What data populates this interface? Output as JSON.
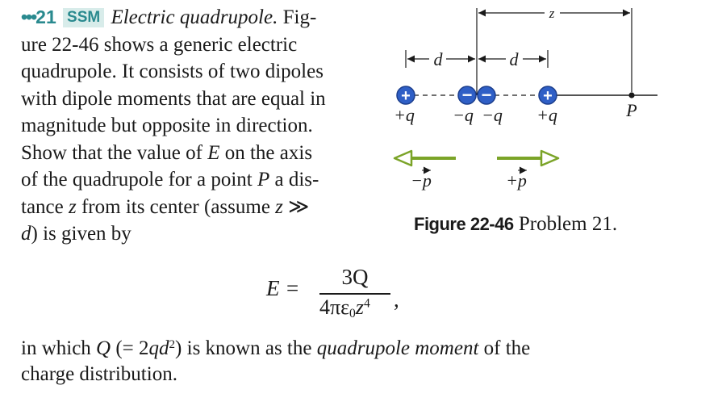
{
  "problem": {
    "dots": "•••",
    "number": "21",
    "badge": "SSM",
    "title": "Electric quadrupole.",
    "lines": [
      "Fig-",
      "ure 22-46 shows a generic electric",
      "quadrupole. It consists of two dipoles",
      "with dipole moments that are equal in",
      "magnitude but opposite in direction.",
      "Show that the value of",
      "E",
      "on the axis",
      "of the quadrupole for a point",
      "P",
      "a dis-",
      "tance",
      "z",
      "from its center (assume",
      "z",
      "≫",
      "d",
      ") is given by"
    ]
  },
  "figure": {
    "labels": {
      "z": "z",
      "d1": "d",
      "d2": "d",
      "plus_q_left": "+q",
      "minus_q_1": "−q",
      "minus_q_2": "−q",
      "plus_q_right": "+q",
      "point": "P",
      "neg_p": "−p",
      "pos_p": "+p",
      "plus_sign": "+",
      "minus_sign": "−"
    },
    "colors": {
      "charge_fill": "#2f5fc6",
      "charge_stroke": "#1c3e8c",
      "arrow": "#7ba428",
      "axis": "#1a1a1a"
    },
    "caption_label": "Figure 22-46",
    "caption_text": "Problem 21."
  },
  "equation": {
    "lhs": "E =",
    "numerator": "3Q",
    "denominator_main": "4πε",
    "denominator_sub": "0",
    "denominator_var": "z",
    "denominator_exp": "4",
    "trailing": ","
  },
  "closing": {
    "t1": "in which",
    "Q": "Q",
    "t2": "(= 2",
    "qd": "qd",
    "exp": "2",
    "t3": ") is known as the",
    "term": "quadrupole moment",
    "t4": "of the",
    "line2": "charge distribution."
  }
}
